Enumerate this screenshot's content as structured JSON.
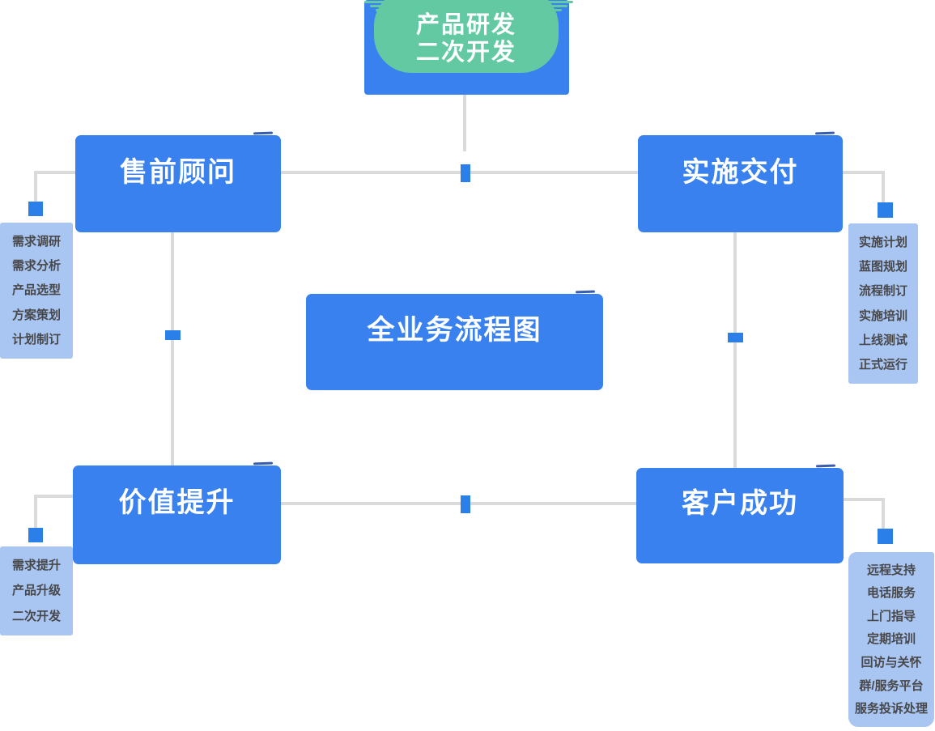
{
  "diagram": {
    "center_title": "全业务流程图",
    "top_node": {
      "line1": "产品研发",
      "line2": "二次开发"
    },
    "nodes": {
      "presales": "售前顾问",
      "delivery": "实施交付",
      "value": "价值提升",
      "success": "客户成功"
    },
    "lists": {
      "presales": {
        "items": [
          "需求调研",
          "需求分析",
          "产品选型",
          "方案策划",
          "计划制订"
        ]
      },
      "delivery": {
        "items": [
          "实施计划",
          "蓝图规划",
          "流程制订",
          "实施培训",
          "上线测试",
          "正式运行"
        ]
      },
      "value": {
        "items": [
          "需求提升",
          "产品升级",
          "二次开发"
        ]
      },
      "success": {
        "items": [
          "远程支持",
          "电话服务",
          "上门指导",
          "定期培训",
          "回访与关怀",
          "群/服务平台",
          "服务投诉处理"
        ]
      }
    },
    "colors": {
      "node_blue": "#3981ee",
      "connector_blue": "#2a7fe8",
      "panel_blue": "#a9c6f3",
      "accent_green": "#63c9a3",
      "line_gray": "#dadada",
      "panel_text": "#48484a",
      "node_text": "#ffffff"
    }
  }
}
